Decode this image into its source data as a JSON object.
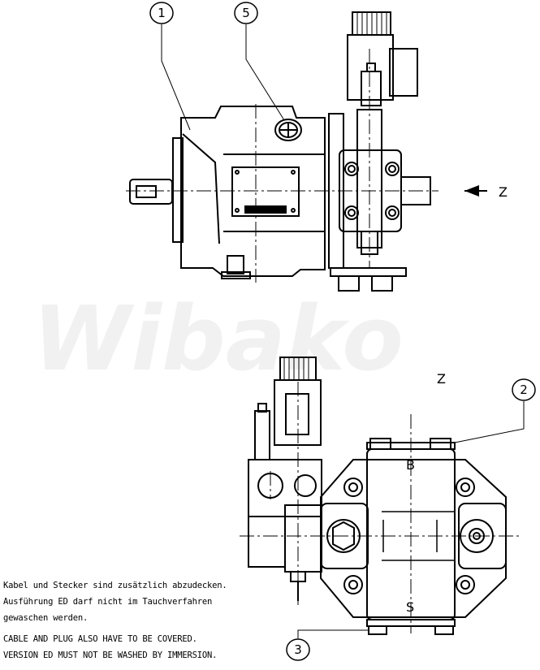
{
  "watermark": "Wibako",
  "view_label": "Z",
  "view_label_bottom": "Z",
  "balloons": {
    "b1": "1",
    "b5": "5",
    "b2": "2",
    "b3": "3"
  },
  "port_labels": {
    "pressure": "B",
    "suction": "S"
  },
  "notes": {
    "de_line1": "Kabel und Stecker sind zusätzlich abzudecken.",
    "de_line2": "Ausführung ED darf nicht im Tauchverfahren",
    "de_line3": "gewaschen werden.",
    "en_line1": "CABLE AND PLUG ALSO HAVE TO BE COVERED.",
    "en_line2": "VERSION ED MUST NOT BE WASHED BY IMMERSION."
  }
}
